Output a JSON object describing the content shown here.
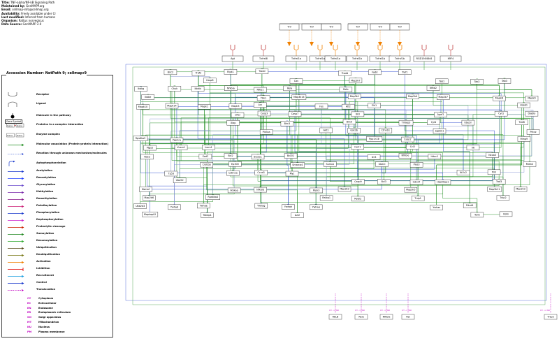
{
  "header": {
    "rows": [
      {
        "k": "Title:",
        "v": "TNF-alpha/NF-kB Signaling Path"
      },
      {
        "k": "Maintained by:",
        "v": "GenMAPP.org"
      },
      {
        "k": "Email:",
        "v": "cellmap-info@cellmap.org"
      },
      {
        "k": "Availability:",
        "v": "Freely available under Cr"
      },
      {
        "k": "Last modified:",
        "v": "Inferred from humans"
      },
      {
        "k": "Organism:",
        "v": "Rattus norvegicus"
      },
      {
        "k": "Data Source:",
        "v": "GenMAPP 2.0"
      }
    ]
  },
  "legend": {
    "title": "Accession Number: NetPath 9; cellmap:9",
    "items": [
      "Receptor",
      "Ligand",
      "Molecule in the pathway",
      "Proteins in a complex interaction",
      "Enzyme complex",
      "Molecular association   (Protein-protein interaction)",
      "Reaction through unknown mechanism/molecules",
      "Autophosphorylation",
      "Acetylation",
      "Deacetylation",
      "Glycosylation",
      "Methylation",
      "Demethylation",
      "Palmitoylation",
      "Phosphorylation",
      "Dephosphorylation",
      "Proteolytic cleavage",
      "Sumoylation",
      "Desumoylation",
      "Ubiquitination",
      "Deubiquitination",
      "Activation",
      "Inhibition",
      "Recruitment",
      "Control",
      "Translocation"
    ],
    "gene_symbol": "Gene Symbol",
    "gene": "Gene",
    "locations": [
      {
        "code": "CY",
        "name": "Cytoplasm"
      },
      {
        "code": "EC",
        "name": "Extracellular"
      },
      {
        "code": "EN",
        "name": "Endosome"
      },
      {
        "code": "ER",
        "name": "Endoplasmic reticulum"
      },
      {
        "code": "GO",
        "name": "Golgi apparatus"
      },
      {
        "code": "MT",
        "name": "Mitochondrion"
      },
      {
        "code": "NU",
        "name": "Nucleus"
      },
      {
        "code": "PM",
        "name": "Plasma membrane"
      }
    ]
  },
  "colors": {
    "green": "#1a8a1a",
    "blue": "#1a3acc",
    "orange": "#f08000",
    "magenta": "#c000c0",
    "red": "#e00000"
  },
  "ligands": [
    "Tnf",
    "Tnf",
    "Tnf",
    "Tnf",
    "Tnf",
    "Tnf"
  ],
  "receptors": [
    "Agt",
    "Tnfrsf8",
    "Tnfrsf1a",
    "Tnfrsf1a",
    "Tnfrsf1a",
    "Tnfrsf1b",
    "Tnfrsf1b",
    "Tnfrsf1b",
    "RGD1564844",
    "KRF4"
  ],
  "nodes": [
    "Birc2",
    "Traf2",
    "Ripk1",
    "Tradd",
    "Tradd",
    "Fadd",
    "Traf1",
    "Casp8",
    "Cav",
    "Map3k7",
    "Tab1",
    "Tab2",
    "Tab3",
    "Ikbkg",
    "Chuk",
    "Ikbkb",
    "Nfkbia",
    "Nfkb1",
    "Rela",
    "Relb",
    "Nfkb2",
    "Ikbke",
    "Tbk1",
    "Map3k14",
    "Map3k1",
    "Map2k4",
    "Map2k7",
    "Mapk8",
    "Mapk9",
    "Mapk10",
    "Mapk14",
    "Mapk1",
    "Mapk3",
    "Jun",
    "Fos",
    "Atf2",
    "Elk1",
    "Hspb1",
    "Cflar",
    "Casp3",
    "Casp7",
    "Bid",
    "Apaf1",
    "Cycs",
    "Diablo",
    "Xiap",
    "Birc3",
    "Birc5",
    "Tnfaip3",
    "Cyld",
    "Ube2n",
    "Traf6",
    "Pik3ca",
    "Akt1",
    "Gsk3b",
    "Ctnnb1",
    "Sqstm1",
    "Prkcz",
    "Rps6ka5",
    "Ppp2ca",
    "Ppp1r13l",
    "Casp2",
    "Mmp9",
    "Ptgs2",
    "Vcam1",
    "Icam1",
    "Cxcl1",
    "Ccl2",
    "Il6",
    "Nos2",
    "Sod2",
    "Bcl2",
    "Bcl2a1",
    "Bcl2l1",
    "Ier3",
    "Nfkbie",
    "Hdac1",
    "Ncoa3",
    "Crebbp",
    "Ep300",
    "Smarca4",
    "Sumo1",
    "Ube2i",
    "Pias3",
    "Mdm2",
    "Tp53",
    "Cdkn1a",
    "Ccnd1",
    "Myc",
    "Nr2c2",
    "Pml",
    "Uba52",
    "Casp9",
    "Bcl3",
    "Cdc37",
    "Hsp90aa1",
    "Traf3",
    "Nsmaf",
    "Ikbkap",
    "Nfkbib",
    "Ripk3",
    "Map3k3",
    "Map3k5",
    "Map3k11",
    "Map2k3",
    "Map2k6",
    "Rps6ka4",
    "Ralbp1",
    "Mybl2",
    "Tnip1",
    "Tnip2",
    "Ube2d3",
    "Ywhab",
    "Ywhae",
    "Ywhag",
    "Ywhah",
    "Ywhaq",
    "Ywhaz",
    "Pdcd4",
    "Mapkapk2",
    "Tbkbp1",
    "Azi2",
    "Tank",
    "Optn"
  ],
  "bottom_labels": [
    {
      "name": "RELB",
      "loc": "CY -> NU"
    },
    {
      "name": "Rela",
      "loc": "CY -> NU"
    },
    {
      "name": "Nfkbia",
      "loc": "CY -> NU"
    },
    {
      "name": "Rel",
      "loc": "CY -> NU"
    },
    {
      "name": "Tnip2",
      "loc": "CY -> NU"
    }
  ]
}
